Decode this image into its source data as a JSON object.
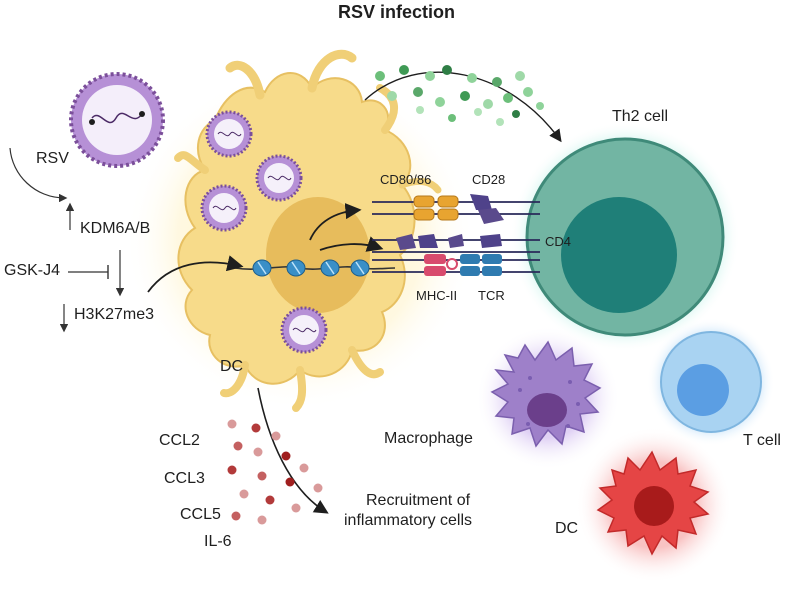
{
  "title": "RSV infection",
  "labels": {
    "rsv": "RSV",
    "kdm": "KDM6A/B",
    "gsk": "GSK-J4",
    "h3k": "H3K27me3",
    "dc_main": "DC",
    "th2": "Th2 cell",
    "cd80": "CD80/86",
    "cd28": "CD28",
    "cd4": "CD4",
    "mhc": "MHC-II",
    "tcr": "TCR",
    "macrophage": "Macrophage",
    "tcell": "T cell",
    "dc_red": "DC",
    "ccl2": "CCL2",
    "ccl3": "CCL3",
    "ccl5": "CCL5",
    "il6": "IL-6",
    "recruit_line1": "Recruitment of",
    "recruit_line2": "inflammatory cells"
  },
  "colors": {
    "dc_cell": "#f5d57e",
    "dc_glow": "#fff1bf",
    "nucleus": "#e9bd5e",
    "th2_cell": "#74b7a6",
    "th2_nucleus": "#1f7f78",
    "th2_glow": "#b8f2e6",
    "macrophage": "#9e80c9",
    "macrophage_nucleus": "#6b3f8b",
    "tcell": "#a9d3f2",
    "tcell_nucleus": "#5b9ee3",
    "dc_red": "#e54545",
    "dc_red_nucleus": "#a81b1b",
    "virus": "#9b6ac4",
    "virus_spike": "#7b4f9a",
    "cd80_orange": "#e8a430",
    "cd28_purple": "#5a4a8c",
    "mhc_pink": "#d84b6d",
    "tcr_blue": "#2f7bb0",
    "cytokine_green": "#5aa86a",
    "cytokine_red": "#b23a3a"
  }
}
